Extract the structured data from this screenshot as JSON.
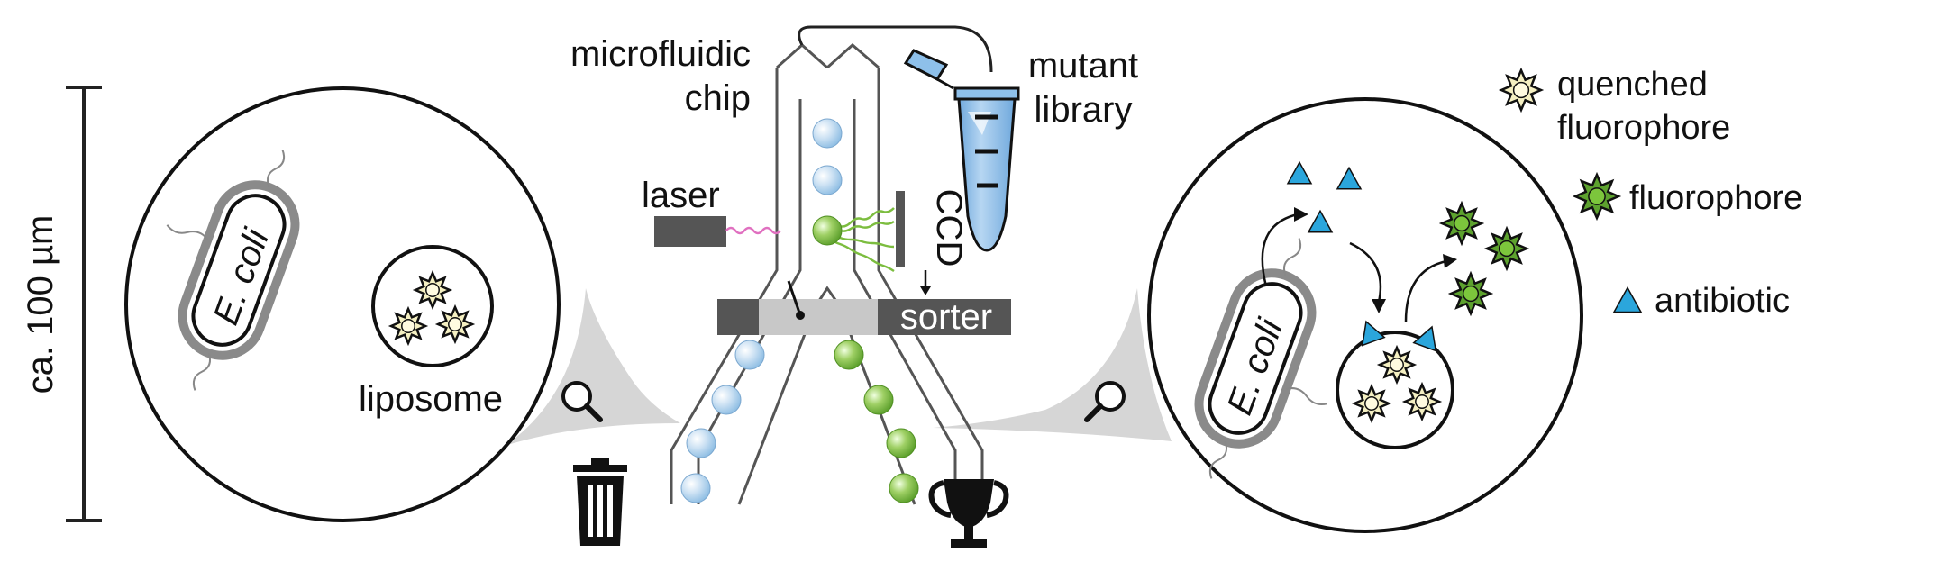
{
  "scale_label": "ca. 100 µm",
  "left_panel": {
    "cell_label": "E. coli",
    "vesicle_label": "liposome"
  },
  "device": {
    "chip_label_line1": "microfluidic",
    "chip_label_line2": "chip",
    "laser_label": "laser",
    "detector_label": "CCD",
    "sorter_label": "sorter",
    "library_label_line1": "mutant",
    "library_label_line2": "library"
  },
  "right_panel": {
    "cell_label": "E. coli"
  },
  "legend": {
    "quenched_line1": "quenched",
    "quenched_line2": "fluorophore",
    "fluorophore": "fluorophore",
    "antibiotic": "antibiotic"
  },
  "icons": [
    "magnifier-icon",
    "trash-icon",
    "trophy-icon",
    "star-icon",
    "triangle-icon"
  ],
  "colors": {
    "blue_droplet": "#a9cdea",
    "green_droplet": "#7cbd3f",
    "fluorophore_green": "#5da22e",
    "quenched_fill": "#f5f0c2",
    "antibiotic_blue": "#2ba6dc",
    "tube_blue": "#8ec0ea",
    "laser_beam": "#e070c0",
    "sorter_dark": "#555555",
    "sorter_light": "#c8c8c8"
  }
}
